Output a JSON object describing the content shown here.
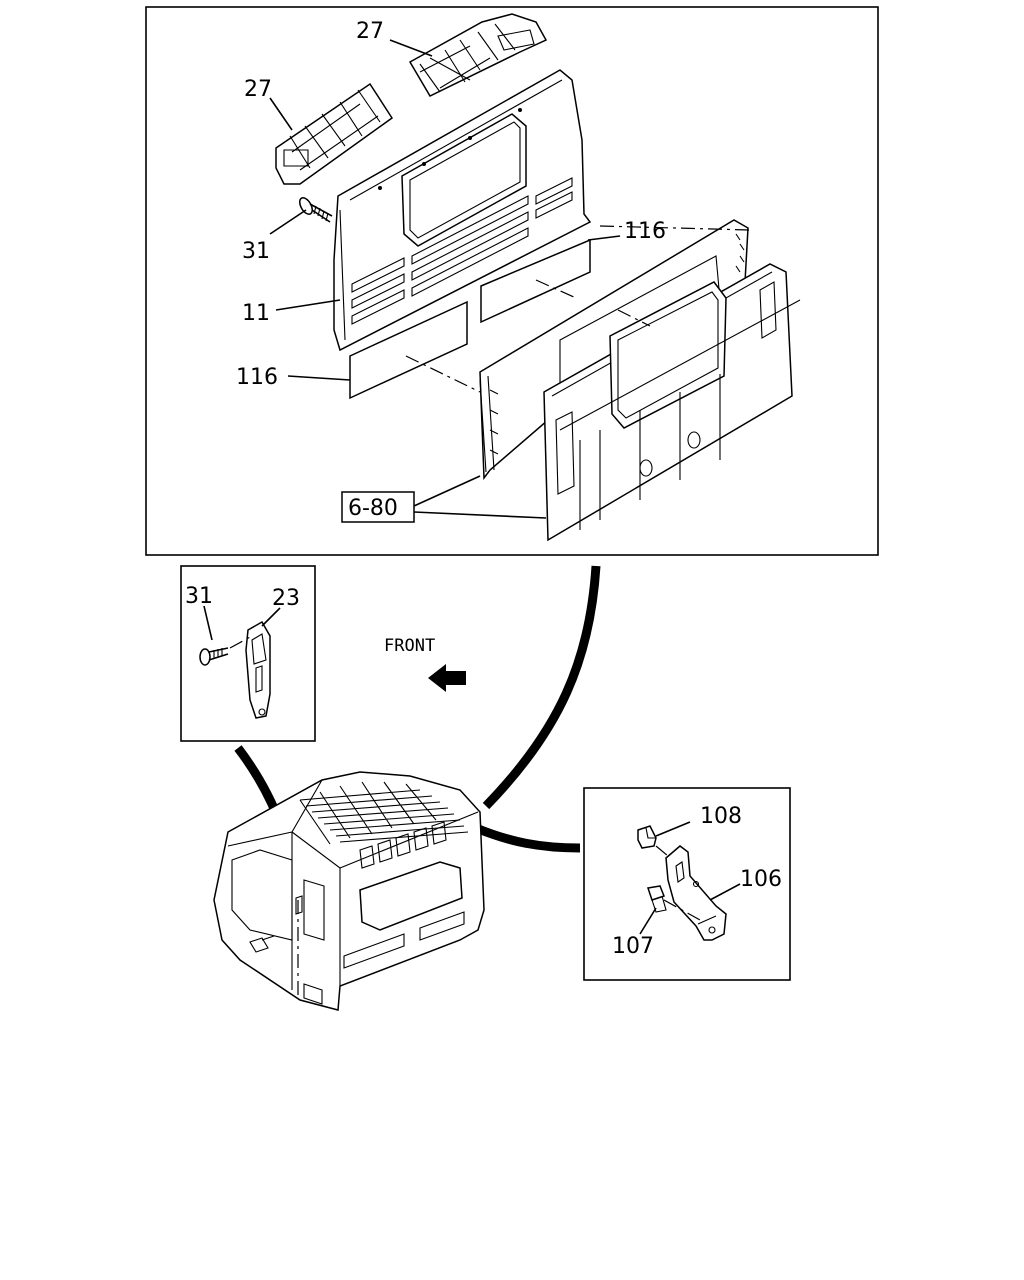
{
  "diagram": {
    "callouts": {
      "p27_right": "27",
      "p27_left": "27",
      "p31_main": "31",
      "p11": "11",
      "p116_right": "116",
      "p116_left": "116",
      "ref_6_80": "6-80",
      "p31_inset": "31",
      "p23": "23",
      "p108": "108",
      "p106": "106",
      "p107": "107"
    },
    "direction_label": "FRONT"
  }
}
